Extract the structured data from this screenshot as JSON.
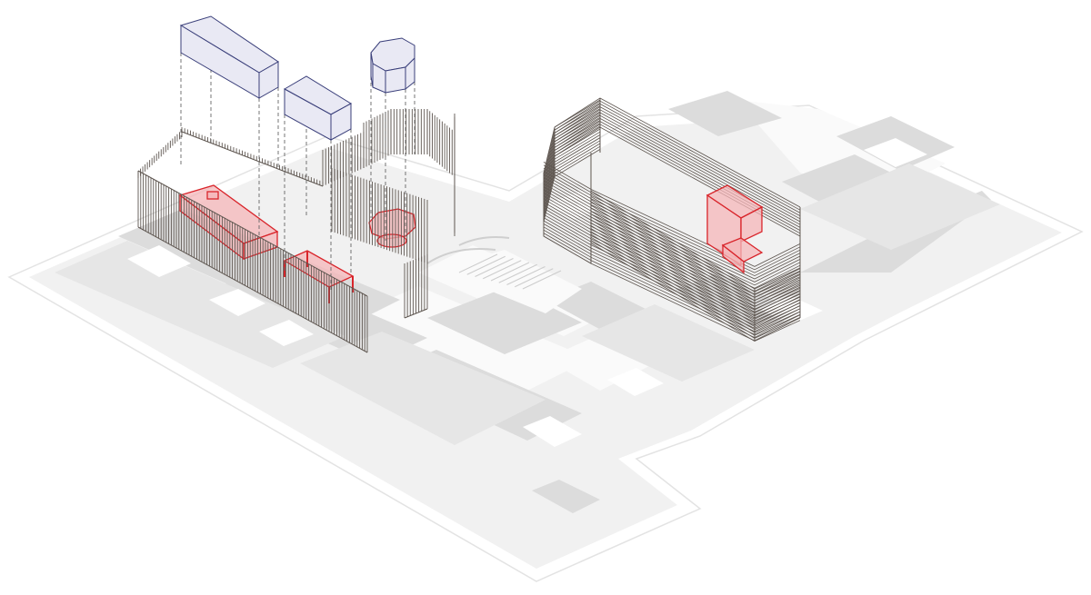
{
  "diagram": {
    "elements": [
      {
        "id": "floor-plan-base",
        "kind": "isometric-floor-plan"
      },
      {
        "id": "left-screen-partition",
        "kind": "vertical-slat-partition"
      },
      {
        "id": "right-screen-enclosure",
        "kind": "horizontal-slat-ring-enclosure"
      },
      {
        "id": "exploded-volume-long",
        "kind": "exploded-box"
      },
      {
        "id": "exploded-volume-short",
        "kind": "exploded-box"
      },
      {
        "id": "exploded-volume-octagonal",
        "kind": "exploded-octagonal-prism"
      },
      {
        "id": "highlight-counter-long",
        "kind": "highlighted-furniture"
      },
      {
        "id": "highlight-table",
        "kind": "highlighted-furniture"
      },
      {
        "id": "highlight-round-kiosk",
        "kind": "highlighted-furniture"
      },
      {
        "id": "highlight-desk",
        "kind": "highlighted-furniture"
      }
    ]
  },
  "colors": {
    "background": "#ffffff",
    "plan_fill": "#f1f1f1",
    "plan_outline": "#e3e3e3",
    "plan_dark": "#dcdcdc",
    "plan_mid": "#e6e6e6",
    "plan_light": "#fafafa",
    "slat": "#5e5650",
    "volume_fill": "#e9e9f4",
    "volume_stroke": "#3a3f7a",
    "dash": "#666666",
    "highlight_fill": "#f4b6b8",
    "highlight_stroke": "#d9252b"
  }
}
